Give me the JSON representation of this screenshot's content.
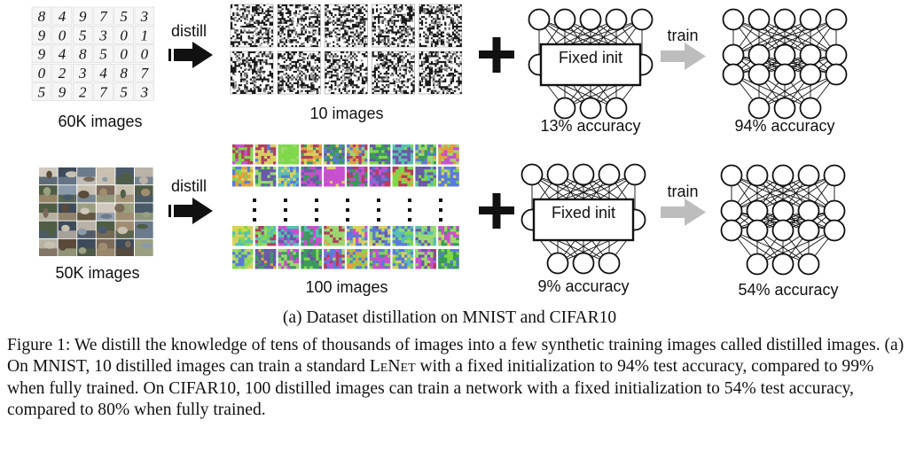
{
  "figure": {
    "row1": {
      "digits": [
        "8",
        "4",
        "9",
        "7",
        "5",
        "3",
        "9",
        "0",
        "5",
        "3",
        "0",
        "1",
        "9",
        "4",
        "8",
        "5",
        "0",
        "0",
        "0",
        "2",
        "3",
        "4",
        "8",
        "7",
        "5",
        "9",
        "2",
        "7",
        "5",
        "3"
      ],
      "source_count": "60K images",
      "distill_label": "distill",
      "distilled_count": "10 images",
      "net_box_label": "Fixed init",
      "before_accuracy": "13% accuracy",
      "train_label": "train",
      "after_accuracy": "94% accuracy"
    },
    "row2": {
      "source_count": "50K images",
      "distill_label": "distill",
      "distilled_count": "100 images",
      "net_box_label": "Fixed init",
      "before_accuracy": "9% accuracy",
      "train_label": "train",
      "after_accuracy": "54% accuracy"
    },
    "subcaption": "(a) Dataset distillation on MNIST and CIFAR10"
  },
  "caption": {
    "part1": "Figure 1: We distill the knowledge of tens of thousands of images into a few synthetic training images called distilled images. (a) On MNIST, 10 distilled images can train a standard ",
    "model_name": "LeNet",
    "part2": " with a fixed initialization to 94% test accuracy, compared to 99% when fully trained. On CIFAR10, 100 distilled images can train a network with a fixed initialization to 54% test accuracy, compared to 80% when fully trained."
  },
  "colors": {
    "text": "#111111",
    "arrow_train": "#bdbdbd",
    "cifar_palette": [
      "#7fd84a",
      "#c84fd0",
      "#3a9a5a",
      "#e0a040",
      "#5a7ad8",
      "#9ad870",
      "#b04060",
      "#58c0b0",
      "#d8d060",
      "#6a58a8"
    ]
  }
}
